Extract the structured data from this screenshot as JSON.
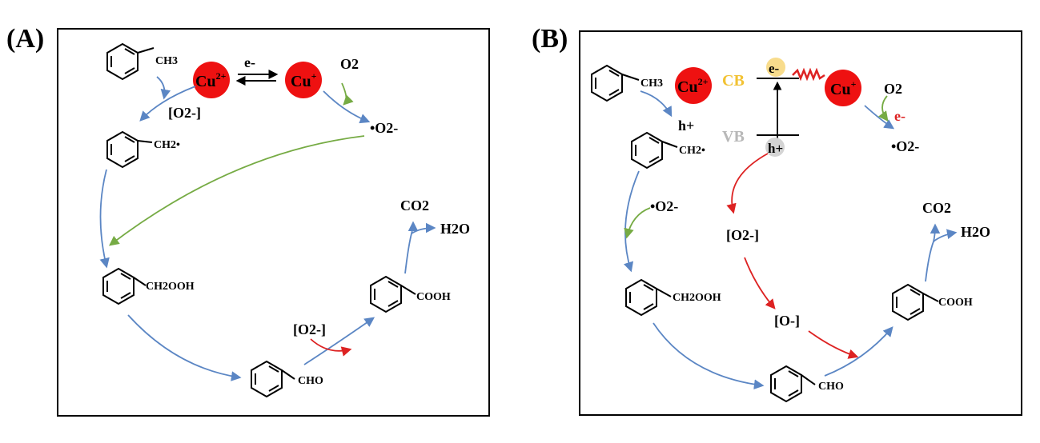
{
  "panel_a": {
    "tag": "(A)",
    "cu2": "Cu2+",
    "cu2_base": "Cu",
    "cu2_charge": "2+",
    "cu1_base": "Cu",
    "cu1_charge": "+",
    "electron": "e-",
    "o2": "O2",
    "superoxide": "•O2-",
    "o2minus": "[O2-]",
    "toluene_sub": "CH3",
    "benzyl_sub": "CH2•",
    "hydroperoxide_sub": "CH2OOH",
    "aldehyde_sub": "CHO",
    "acid_sub": "COOH",
    "o2minus_2": "[O2-]",
    "co2": "CO2",
    "h2o": "H2O"
  },
  "panel_b": {
    "tag": "(B)",
    "cu2_base": "Cu",
    "cu2_charge": "2+",
    "cu1_base": "Cu",
    "cu1_charge": "+",
    "cb": "CB",
    "vb": "VB",
    "electron": "e-",
    "hole": "h+",
    "hole_2": "h+",
    "o2": "O2",
    "electron_2": "e-",
    "superoxide": "•O2-",
    "superoxide_2": "•O2-",
    "o2minus": "[O2-]",
    "ominus": "[O-]",
    "toluene_sub": "CH3",
    "benzyl_sub": "CH2•",
    "hydroperoxide_sub": "CH2OOH",
    "aldehyde_sub": "CHO",
    "acid_sub": "COOH",
    "co2": "CO2",
    "h2o": "H2O"
  },
  "colors": {
    "copper": "#ee1111",
    "blue_arrow": "#5b86c4",
    "green_arrow": "#76ab44",
    "red_arrow": "#dd2222",
    "cb_yellow": "#f2c233",
    "vb_grey": "#b8b8b8",
    "electron_bg": "#f8dc8c",
    "hole_bg": "#d4d4d4"
  }
}
